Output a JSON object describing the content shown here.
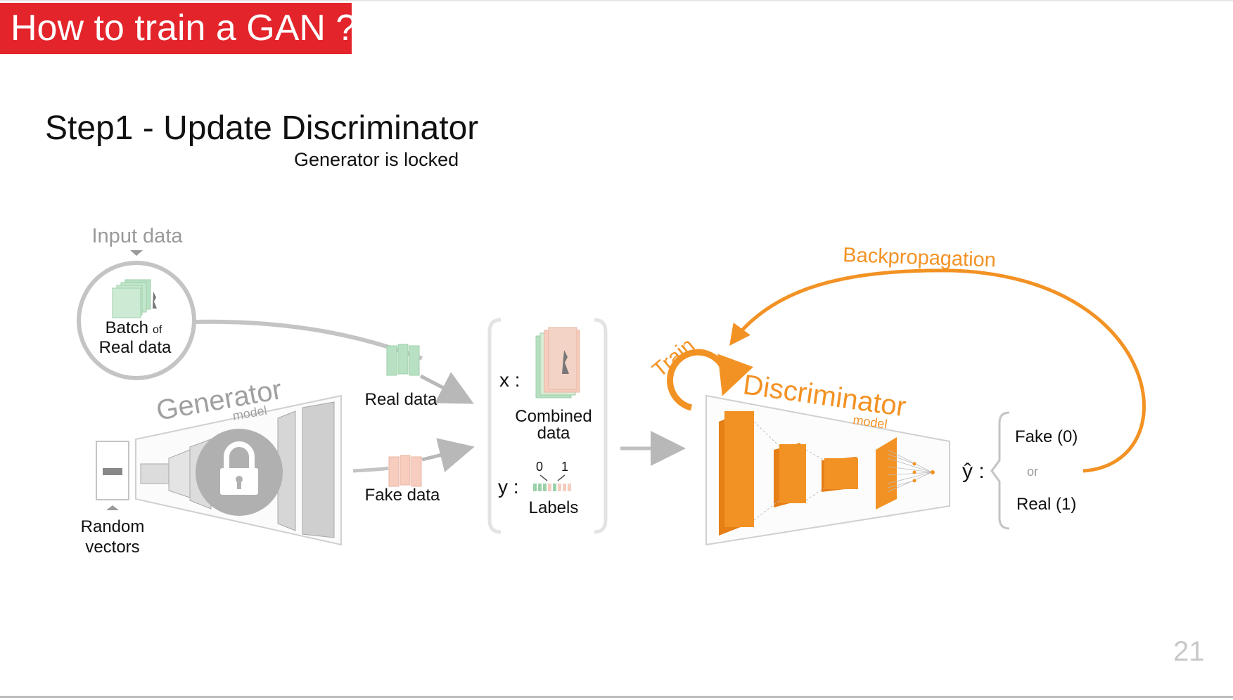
{
  "slide": {
    "title": "How to train a GAN ?",
    "step_title": "Step1 - Update Discriminator",
    "step_subtitle": "Generator is locked",
    "page_number": "21"
  },
  "input": {
    "input_label": "Input data",
    "batch_label_1": "Batch",
    "batch_of": "of",
    "batch_label_2": "Real data"
  },
  "generator": {
    "name": "Generator",
    "model_tag": "model",
    "random_label_1": "Random",
    "random_label_2": "vectors"
  },
  "flows": {
    "real_label": "Real data",
    "fake_label": "Fake data"
  },
  "combined": {
    "x_label": "x :",
    "combined_1": "Combined",
    "combined_2": "data",
    "y_label": "y :",
    "label_0": "0",
    "label_1": "1",
    "labels_text": "Labels"
  },
  "discriminator": {
    "name": "Discriminator",
    "model_tag": "model",
    "train_label": "Train",
    "backprop_label": "Backpropagation"
  },
  "output": {
    "yhat_label": "ŷ :",
    "fake": "Fake (0)",
    "or": "or",
    "real": "Real (1)"
  },
  "colors": {
    "banner": "#e3242b",
    "orange": "#f39224",
    "gray": "#b8b8b8",
    "green": "#b8e0c2",
    "pink": "#f6cdbf"
  }
}
